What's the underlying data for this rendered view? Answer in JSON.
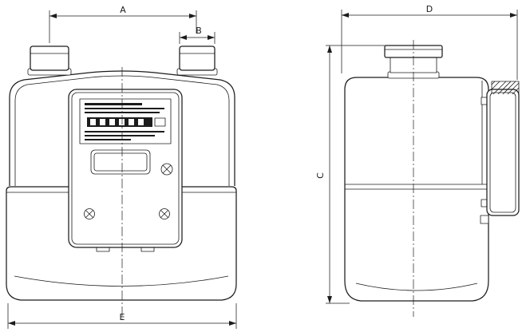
{
  "drawing": {
    "views": {
      "left": "front-view",
      "right": "side-view"
    },
    "dimension_labels": {
      "a": "A",
      "b": "B",
      "c": "C",
      "d": "D",
      "e": "E"
    },
    "colors": {
      "line": "#1c1c1c",
      "background": "#ffffff"
    }
  }
}
